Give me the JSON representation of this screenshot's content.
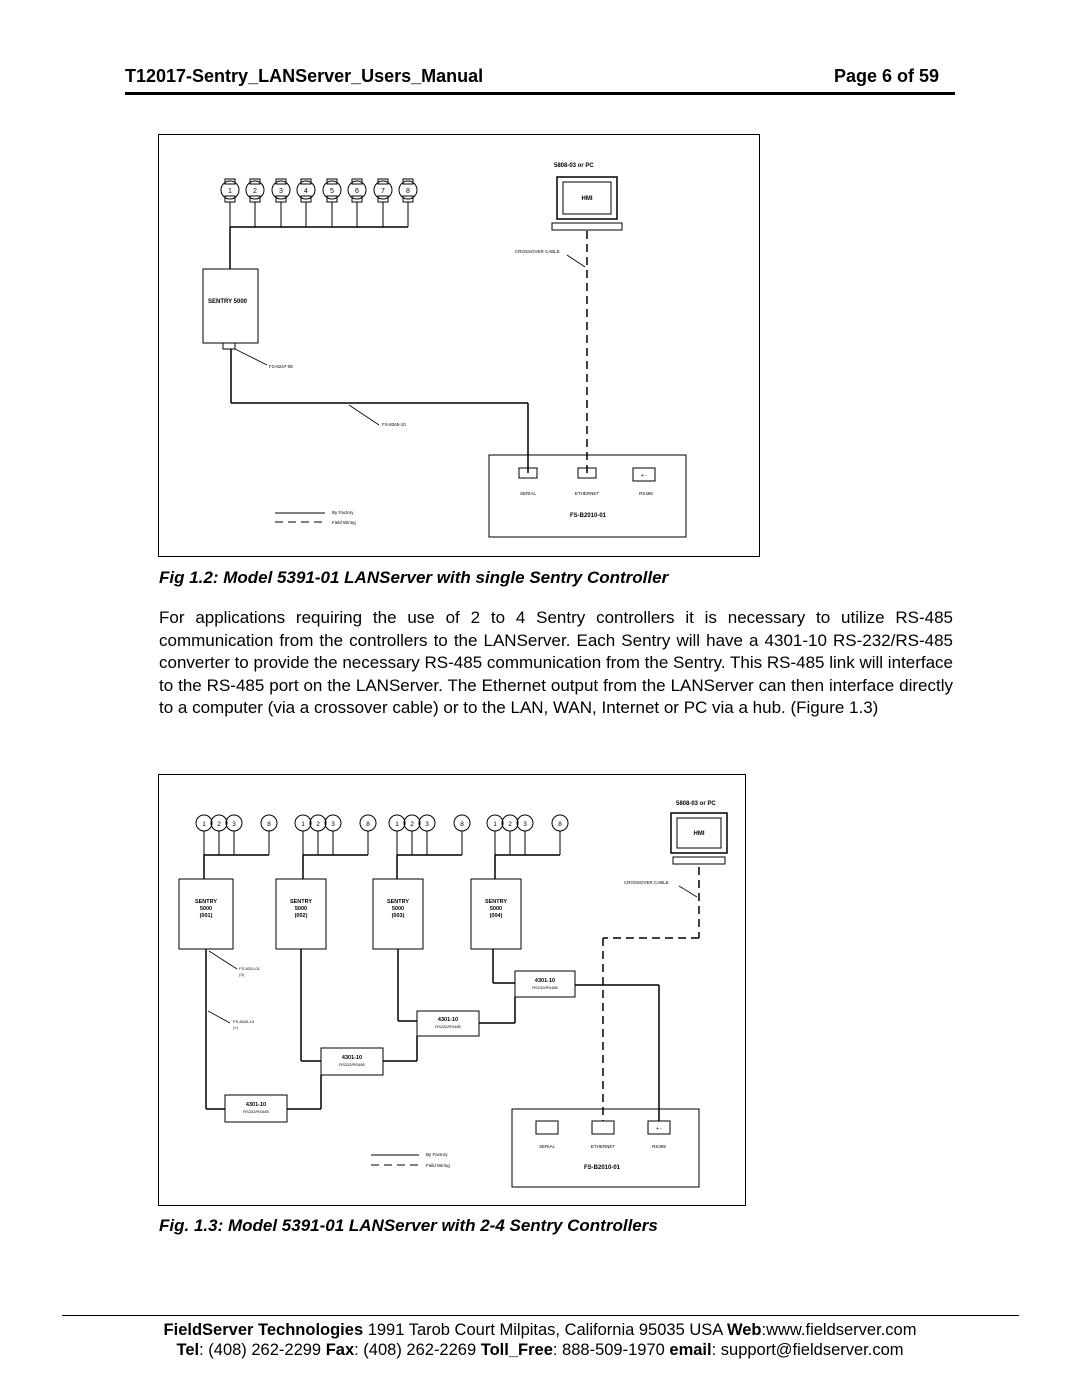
{
  "header": {
    "doc_title": "T12017-Sentry_LANServer_Users_Manual",
    "page_label": "Page 6 of 59"
  },
  "figure1": {
    "caption": "Fig 1.2:  Model 5391-01 LANServer with single Sentry Controller",
    "pc_label": "5808-03 or PC",
    "hmi_label": "HMI",
    "crossover_label": "CROSSOVER CABLE",
    "controller_label": "SENTRY 5000",
    "cable1_label": "FS-8247-08",
    "cable2_label": "FS-8345-10",
    "sensors": [
      "1",
      "2",
      "3",
      "4",
      "5",
      "6",
      "7",
      "8"
    ],
    "ports": [
      "SERIAL",
      "ETHERNET",
      "RS485"
    ],
    "device_label": "FS-B2010-01",
    "legend_factory": "By Factory",
    "legend_field": "Field Wiring",
    "terminal_signs": "+   -"
  },
  "paragraph": "For applications requiring the use of 2 to 4 Sentry controllers it is necessary to utilize RS-485 communication from the controllers to the LANServer.  Each Sentry will have a 4301-10 RS-232/RS-485 converter to provide the necessary RS-485 communication from the Sentry.  This RS-485 link will interface to the RS-485 port on the LANServer.  The Ethernet output from the LANServer can then interface directly to a computer (via a crossover cable) or to the LAN, WAN, Internet or PC via a hub. (Figure 1.3)",
  "figure2": {
    "caption": "Fig. 1.3: Model 5391-01 LANServer with 2-4 Sentry Controllers",
    "pc_label": "5808-03 or PC",
    "hmi_label": "HMI",
    "crossover_label": "CROSSOVER CABLE",
    "sensor_group": [
      "1",
      "2",
      "3",
      "8"
    ],
    "controllers": [
      {
        "line1": "SENTRY",
        "line2": "5000",
        "line3": "(001)"
      },
      {
        "line1": "SENTRY",
        "line2": "5000",
        "line3": "(002)"
      },
      {
        "line1": "SENTRY",
        "line2": "5000",
        "line3": "(003)"
      },
      {
        "line1": "SENTRY",
        "line2": "5000",
        "line3": "(004)"
      }
    ],
    "converter_label": "4301-10",
    "converter_sub": "RS232/RS485",
    "cable1_label": "FS-8311-01",
    "cable1_sub": "(X)",
    "cable2_label": "FS-8345-10",
    "cable2_sub": "(+)",
    "ports": [
      "SERIAL",
      "ETHERNET",
      "RS485"
    ],
    "device_label": "FS-B2010-01",
    "legend_factory": "By Factory",
    "legend_field": "Field Wiring",
    "terminal_signs": "+   -"
  },
  "footer": {
    "company": "FieldServer Technologies",
    "address": " 1991 Tarob Court Milpitas, California 95035 USA  ",
    "web_label": "Web",
    "web_value": ":www.fieldserver.com",
    "tel_label": "Tel",
    "tel_value": ": (408) 262-2299  ",
    "fax_label": "Fax",
    "fax_value": ": (408) 262-2269  ",
    "tollfree_label": "Toll_Free",
    "tollfree_value": ": 888-509-1970  ",
    "email_label": "email",
    "email_value": ": support@fieldserver.com"
  }
}
